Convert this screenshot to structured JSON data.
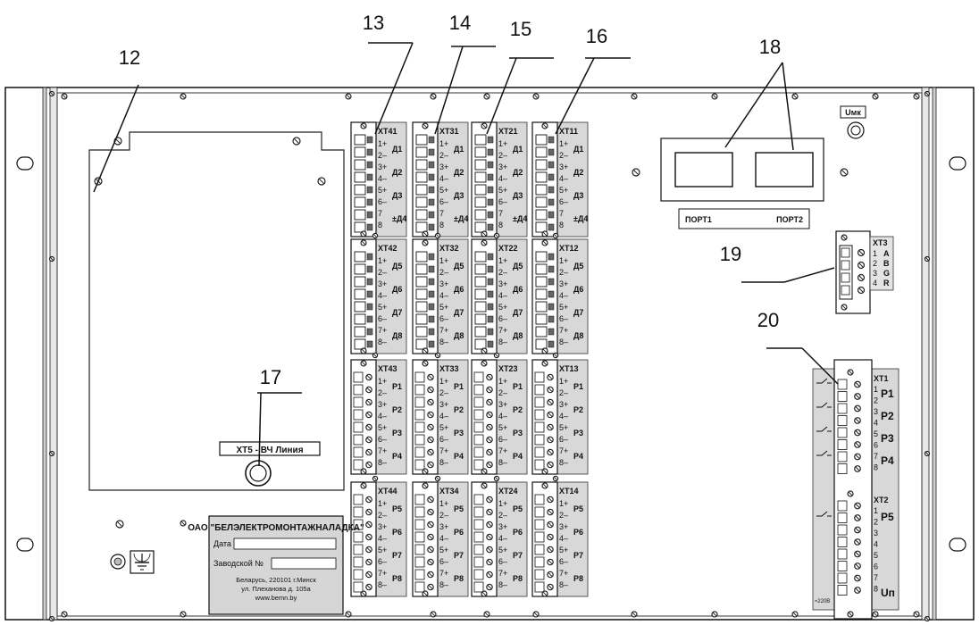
{
  "callouts": [
    "12",
    "13",
    "14",
    "15",
    "16",
    "17",
    "18",
    "19",
    "20"
  ],
  "terminal_blocks": [
    {
      "row": [
        {
          "name": "XT41",
          "pins": [
            "1+",
            "2–",
            "3+",
            "4–",
            "5+",
            "6–",
            "7",
            "8"
          ],
          "labels": [
            "Д1",
            "Д2",
            "Д3",
            "±Д4"
          ]
        },
        {
          "name": "XT31",
          "pins": [
            "1+",
            "2–",
            "3+",
            "4–",
            "5+",
            "6–",
            "7",
            "8"
          ],
          "labels": [
            "Д1",
            "Д2",
            "Д3",
            "±Д4"
          ]
        },
        {
          "name": "XT21",
          "pins": [
            "1+",
            "2–",
            "3+",
            "4–",
            "5+",
            "6–",
            "7",
            "8"
          ],
          "labels": [
            "Д1",
            "Д2",
            "Д3",
            "±Д4"
          ]
        },
        {
          "name": "XT11",
          "pins": [
            "1+",
            "2–",
            "3+",
            "4–",
            "5+",
            "6–",
            "7",
            "8"
          ],
          "labels": [
            "Д1",
            "Д2",
            "Д3",
            "±Д4"
          ]
        }
      ]
    },
    {
      "row": [
        {
          "name": "XT42",
          "pins": [
            "1+",
            "2–",
            "3+",
            "4–",
            "5+",
            "6–",
            "7+",
            "8–"
          ],
          "labels": [
            "Д5",
            "Д6",
            "Д7",
            "Д8"
          ]
        },
        {
          "name": "XT32",
          "pins": [
            "1+",
            "2–",
            "3+",
            "4–",
            "5+",
            "6–",
            "7+",
            "8–"
          ],
          "labels": [
            "Д5",
            "Д6",
            "Д7",
            "Д8"
          ]
        },
        {
          "name": "XT22",
          "pins": [
            "1+",
            "2–",
            "3+",
            "4–",
            "5+",
            "6–",
            "7+",
            "8–"
          ],
          "labels": [
            "Д5",
            "Д6",
            "Д7",
            "Д8"
          ]
        },
        {
          "name": "XT12",
          "pins": [
            "1+",
            "2–",
            "3+",
            "4–",
            "5+",
            "6–",
            "7+",
            "8–"
          ],
          "labels": [
            "Д5",
            "Д6",
            "Д7",
            "Д8"
          ]
        }
      ]
    },
    {
      "row": [
        {
          "name": "XT43",
          "pins": [
            "1+",
            "2–",
            "3+",
            "4–",
            "5+",
            "6–",
            "7+",
            "8–"
          ],
          "labels": [
            "P1",
            "P2",
            "P3",
            "P4"
          ]
        },
        {
          "name": "XT33",
          "pins": [
            "1+",
            "2–",
            "3+",
            "4–",
            "5+",
            "6–",
            "7+",
            "8–"
          ],
          "labels": [
            "P1",
            "P2",
            "P3",
            "P4"
          ]
        },
        {
          "name": "XT23",
          "pins": [
            "1+",
            "2–",
            "3+",
            "4–",
            "5+",
            "6–",
            "7+",
            "8–"
          ],
          "labels": [
            "P1",
            "P2",
            "P3",
            "P4"
          ]
        },
        {
          "name": "XT13",
          "pins": [
            "1+",
            "2–",
            "3+",
            "4–",
            "5+",
            "6–",
            "7+",
            "8–"
          ],
          "labels": [
            "P1",
            "P2",
            "P3",
            "P4"
          ]
        }
      ]
    },
    {
      "row": [
        {
          "name": "XT44",
          "pins": [
            "1+",
            "2–",
            "3+",
            "4–",
            "5+",
            "6–",
            "7+",
            "8–"
          ],
          "labels": [
            "P5",
            "P6",
            "P7",
            "P8"
          ]
        },
        {
          "name": "XT34",
          "pins": [
            "1+",
            "2–",
            "3+",
            "4–",
            "5+",
            "6–",
            "7+",
            "8–"
          ],
          "labels": [
            "P5",
            "P6",
            "P7",
            "P8"
          ]
        },
        {
          "name": "XT24",
          "pins": [
            "1+",
            "2–",
            "3+",
            "4–",
            "5+",
            "6–",
            "7+",
            "8–"
          ],
          "labels": [
            "P5",
            "P6",
            "P7",
            "P8"
          ]
        },
        {
          "name": "XT14",
          "pins": [
            "1+",
            "2–",
            "3+",
            "4–",
            "5+",
            "6–",
            "7+",
            "8–"
          ],
          "labels": [
            "P5",
            "P6",
            "P7",
            "P8"
          ]
        }
      ]
    }
  ],
  "xt5_label": "XT5 - ВЧ Линия",
  "umk_label": "Uмк",
  "ports": [
    "ПОРТ1",
    "ПОРТ2"
  ],
  "xt3": {
    "name": "XT3",
    "pins": [
      "1",
      "2",
      "3",
      "4"
    ],
    "letters": [
      "A",
      "B",
      "G",
      "R"
    ]
  },
  "xt1": {
    "name": "XT1",
    "pins": [
      "1",
      "2",
      "3",
      "4",
      "5",
      "6",
      "7",
      "8"
    ],
    "labels": [
      "P1",
      "P2",
      "P3",
      "P4"
    ]
  },
  "xt2": {
    "name": "XT2",
    "pins": [
      "1",
      "2",
      "3",
      "4",
      "5",
      "6",
      "7",
      "8"
    ],
    "labels": [
      "P5",
      "Uп"
    ],
    "side_note": "≈220В"
  },
  "nameplate": {
    "company": "ОАО \"БЕЛЭЛЕКТРОМОНТАЖНАЛАДКА\"",
    "date_label": "Дата",
    "serial_label": "Заводской №",
    "addr1": "Беларусь, 220101 г.Минск",
    "addr2": "ул. Плеханова д. 105а",
    "web": "www.bemn.by"
  }
}
